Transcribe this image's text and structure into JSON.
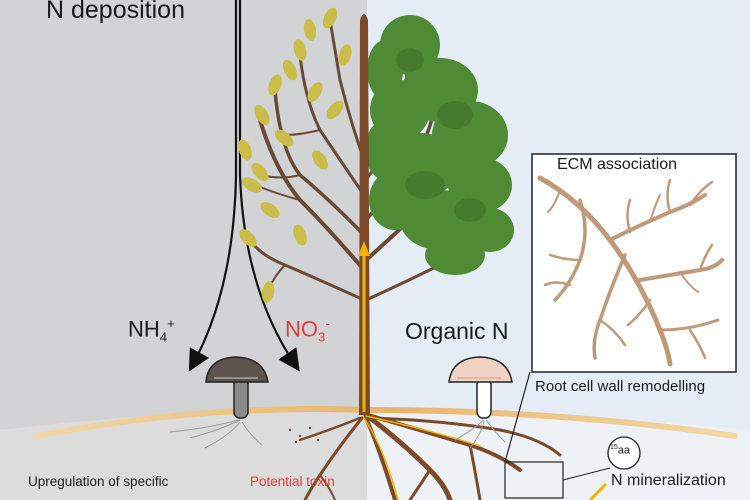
{
  "diagram": {
    "title": "N deposition",
    "labels": {
      "nh4_base": "NH",
      "nh4_sub": "4",
      "nh4_sup": "+",
      "no3_base": "NO",
      "no3_sub": "3",
      "no3_sup": "-",
      "organic_n": "Organic N",
      "ecm_association": "ECM association",
      "root_cell_wall": "Root cell wall remodelling",
      "aa_sup": "15",
      "aa_base": "aa",
      "n_mineralization": "N mineralization",
      "upregulation": "Upregulation of specific",
      "potential_toxin": "Potential toxin"
    },
    "colors": {
      "left_background": "#d2d3d5",
      "right_background": "#e4edf5",
      "soil_band": "#e8b771",
      "trunk": "#7a4a2a",
      "trunk_highlight": "#f0b400",
      "yellow_leaves": "#cbbd4a",
      "green_leaves": "#4f8a34",
      "branches": "#6b4a35",
      "ecm_roots": "#c09a78",
      "highlight_text": "#e0403c"
    },
    "icons": {
      "left_fungus": "mushroom-icon",
      "right_fungus": "mushroom-icon"
    }
  }
}
